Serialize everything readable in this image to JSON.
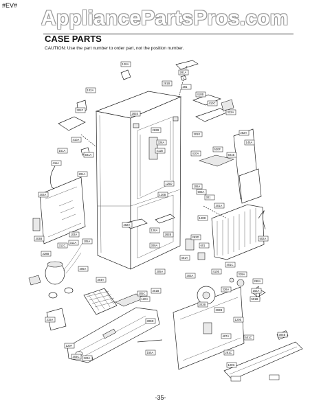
{
  "header": {
    "corner_code": "#EV#",
    "watermark": "AppliancePartsPros.com",
    "title": "CASE PARTS",
    "caution": "CAUTION: Use the part number to order part, not the position number.",
    "page_number": "-35-"
  },
  "callouts": [
    "120A",
    "281A",
    "281B",
    "281",
    "102A",
    "410A",
    "410B",
    "301F",
    "282E",
    "322A",
    "282A",
    "410C",
    "151A",
    "501A",
    "411A",
    "201A",
    "282B",
    "301E",
    "328A",
    "145A",
    "530F",
    "411B",
    "501E",
    "410A",
    "125D",
    "106A",
    "120B",
    "303A",
    "503A",
    "301A",
    "301",
    "103A",
    "303B",
    "312A",
    "312C",
    "105A",
    "282A",
    "328B",
    "128A",
    "282B",
    "282D",
    "601",
    "120D",
    "309A",
    "502A",
    "401A",
    "401C",
    "410E",
    "329A",
    "280A",
    "303A",
    "305A",
    "405A",
    "303B",
    "304A",
    "305C",
    "120A",
    "301B",
    "326A",
    "152A",
    "315A",
    "120F",
    "305D",
    "303C",
    "323A",
    "120E",
    "155A",
    "501B",
    "302B",
    "407A",
    "501C",
    "304B",
    "281C",
    "120C"
  ]
}
